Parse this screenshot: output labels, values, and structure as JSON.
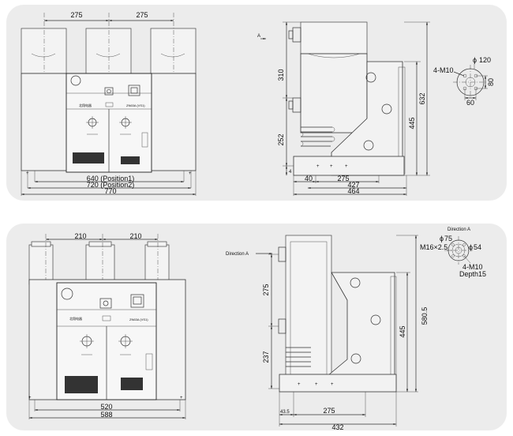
{
  "top": {
    "front": {
      "pole_pitch_left": "275",
      "pole_pitch_right": "275",
      "width_pos1": "640 (Position1)",
      "width_pos2": "720 (Position2)",
      "overall_width": "770",
      "brand": "北翔电器",
      "model": "ZN63A (VS1)"
    },
    "side": {
      "view_label": "A",
      "upper_height": "310",
      "lower_height": "252",
      "bottom_offset": "4",
      "right_height": "445",
      "overall_height": "632",
      "base_offset": "40",
      "wheel_span": "275",
      "depth_inner": "427",
      "depth_overall": "464"
    },
    "terminal": {
      "thread": "4-M10",
      "diameter": "120",
      "pcd_vertical": "80",
      "pcd_horizontal": "60"
    }
  },
  "bottom": {
    "front": {
      "pole_pitch_left": "210",
      "pole_pitch_right": "210",
      "width_inner": "520",
      "overall_width": "588",
      "brand": "北翔电器",
      "model": "ZN63A (VS1)"
    },
    "side": {
      "direction_label": "Direction A",
      "upper_height": "275",
      "lower_height": "237",
      "right_height": "445",
      "overall_height": "580.5",
      "base_offset": "43.5",
      "wheel_span": "275",
      "overall_depth": "432"
    },
    "terminal": {
      "title": "Direction A",
      "outer_diameter": "75",
      "thread_main": "M16×2.5",
      "inner_diameter": "54",
      "thread_bolts": "4-M10",
      "depth": "Depth15"
    }
  }
}
